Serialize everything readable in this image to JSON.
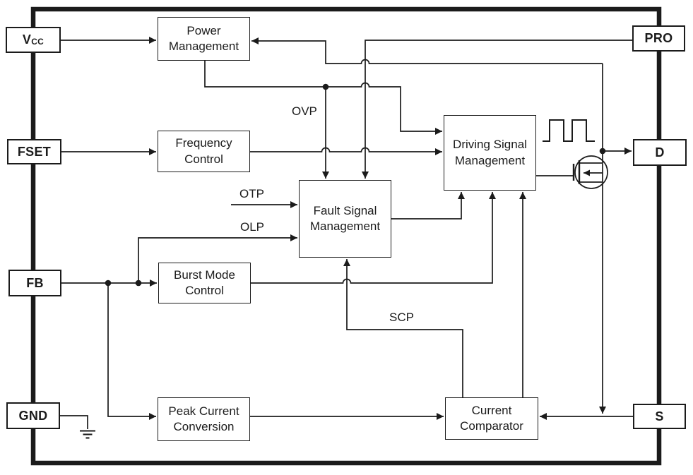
{
  "diagram": {
    "kind": "ic-functional-block-diagram",
    "colors": {
      "line": "#1b1b1b",
      "background": "#ffffff"
    }
  },
  "pins": {
    "vcc": {
      "label": "V",
      "sub": "CC"
    },
    "fset": {
      "label": "FSET",
      "sub": ""
    },
    "fb": {
      "label": "FB",
      "sub": ""
    },
    "gnd": {
      "label": "GND",
      "sub": ""
    },
    "pro": {
      "label": "PRO",
      "sub": ""
    },
    "d": {
      "label": "D",
      "sub": ""
    },
    "s": {
      "label": "S",
      "sub": ""
    }
  },
  "blocks": {
    "power_management": {
      "line1": "Power",
      "line2": "Management"
    },
    "frequency_control": {
      "line1": "Frequency",
      "line2": "Control"
    },
    "fault_signal_management": {
      "line1": "Fault Signal",
      "line2": "Management"
    },
    "driving_signal_management": {
      "line1": "Driving Signal",
      "line2": "Management"
    },
    "burst_mode_control": {
      "line1": "Burst Mode",
      "line2": "Control"
    },
    "peak_current_conversion": {
      "line1": "Peak Current",
      "line2": "Conversion"
    },
    "current_comparator": {
      "line1": "Current",
      "line2": "Comparator"
    }
  },
  "signal_labels": {
    "ovp": "OVP",
    "otp": "OTP",
    "olp": "OLP",
    "scp": "SCP"
  },
  "icons": {
    "mosfet": "mosfet-icon",
    "ground": "ground-icon",
    "pulse": "pulse-waveform-icon"
  }
}
